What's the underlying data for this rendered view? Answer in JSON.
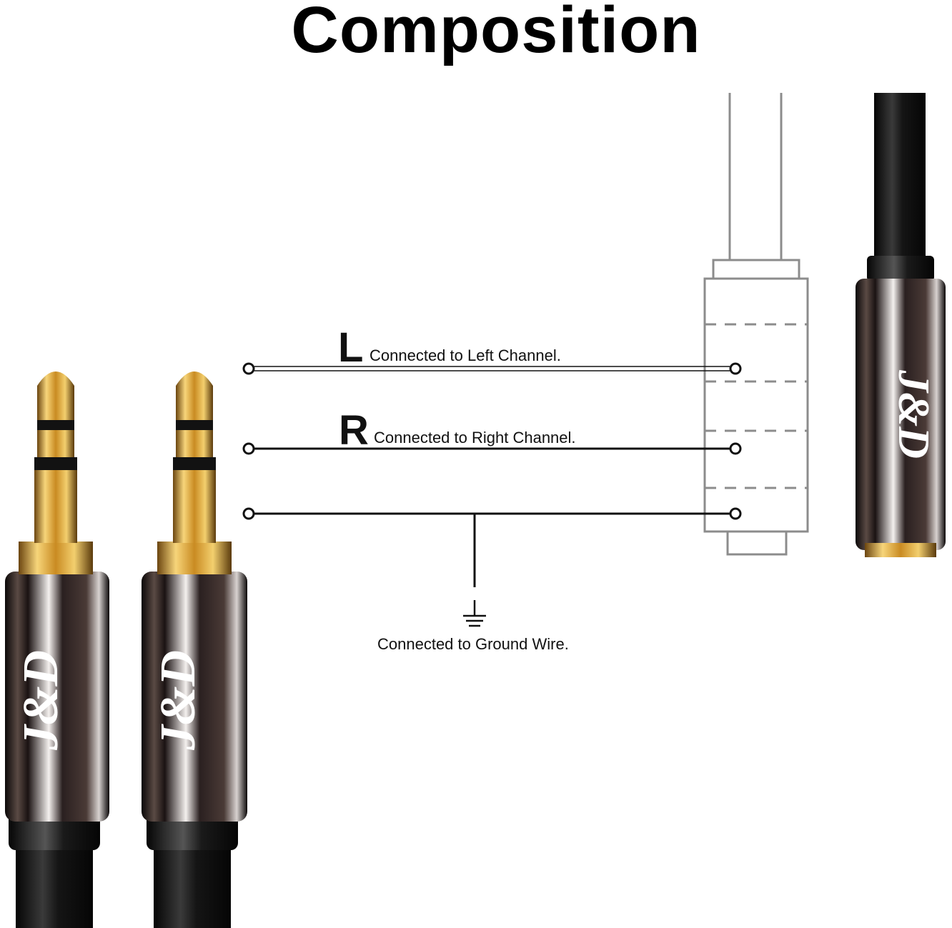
{
  "title": "Composition",
  "channels": {
    "left": {
      "letter": "L",
      "text": "Connected to Left Channel."
    },
    "right": {
      "letter": "R",
      "text": "Connected to Right Channel."
    },
    "ground": {
      "text": "Connected to Ground Wire."
    }
  },
  "brand": {
    "logo_text": "J&D"
  },
  "colors": {
    "wire": "#111111",
    "outline": "#8c8c8c",
    "gold": "#d9a43a",
    "chrome": "#1a1414"
  },
  "icons": [
    "ground-symbol-icon",
    "terminal-circle-icon"
  ]
}
